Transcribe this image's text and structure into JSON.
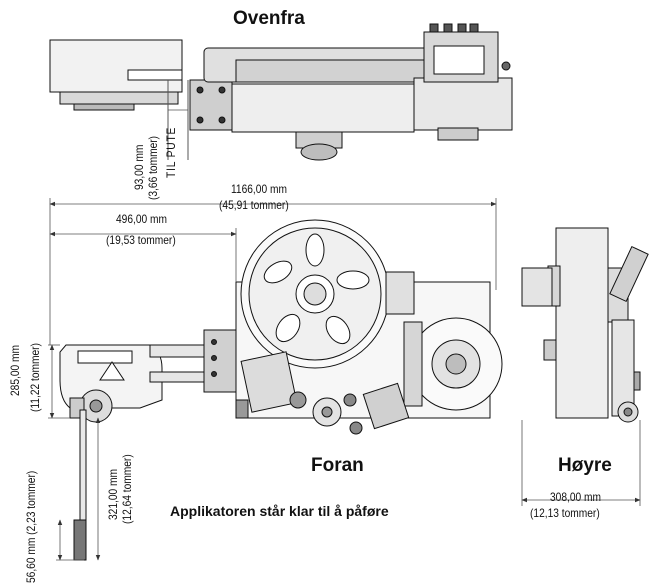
{
  "views": {
    "top": "Ovenfra",
    "front": "Foran",
    "right": "Høyre"
  },
  "caption": "Applikatoren står klar til å påføre",
  "dimensions": {
    "overall_width": {
      "mm": "1166,00 mm",
      "inches": "(45,91 tommer)"
    },
    "partial_width": {
      "mm": "496,00 mm",
      "inches": "(19,53 tommer)"
    },
    "right_view_width": {
      "mm": "308,00 mm",
      "inches": "(12,13 tommer)"
    },
    "height": {
      "mm": "285,00 mm",
      "inches": "(11,22 tommer)"
    },
    "pad_offset": {
      "mm": "93,00 mm",
      "inches": "(3,66 tommer)",
      "note": "TIL PUTE"
    },
    "applicator_stroke": {
      "mm": "321,00 mm",
      "inches": "(12,64 tommer)"
    },
    "pad_height": {
      "text": "56,60 mm (2,23 tommer)"
    }
  },
  "colors": {
    "line": "#111111",
    "dim_line": "#555555",
    "fill_light": "#e6e6e6",
    "fill_mid": "#bfbfbf",
    "fill_dark": "#2b2b2b"
  }
}
